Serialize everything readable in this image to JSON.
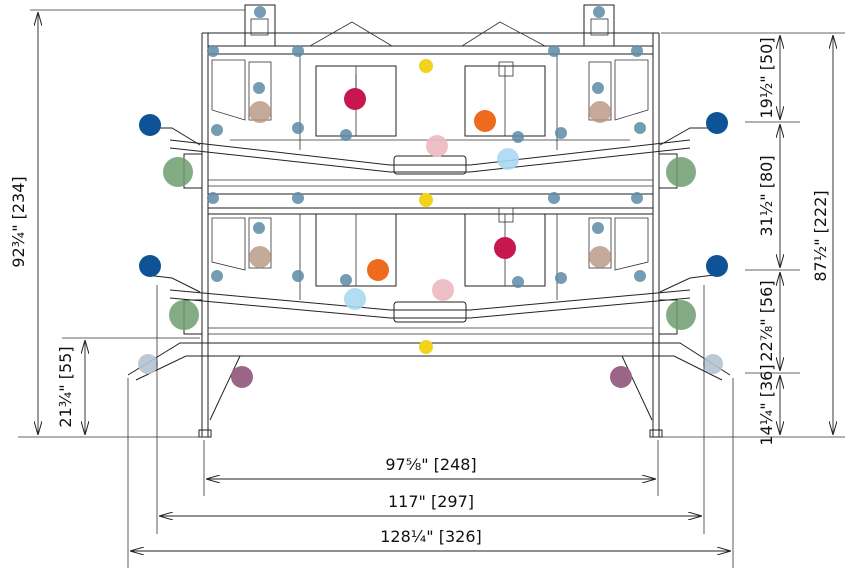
{
  "dimensions": {
    "overall_height": "92¾\" [234]",
    "tier_1_height": "19½\" [50]",
    "tier_2_height": "31½\" [80]",
    "frame_height": "87½\" [222]",
    "tier_3_height": "22⅞\" [56]",
    "tier_4_height": "14¼\" [36]",
    "base_height": "21¾\" [55]",
    "inner_width": "97⅝\" [248]",
    "mid_width": "117\" [297]",
    "overall_width": "128¼\" [326]"
  },
  "marker_colors": {
    "yellow": "#f2d21b",
    "crimson": "#c8174f",
    "orange": "#ee6a1c",
    "pink": "#ecb9bf",
    "light_blue": "#a8d8f0",
    "navy": "#0d5396",
    "green": "#6f9e6f",
    "brown": "#b89580",
    "steel": "#5e8ba6",
    "gray_blue": "#b3c3d0",
    "plum": "#9a6587"
  }
}
